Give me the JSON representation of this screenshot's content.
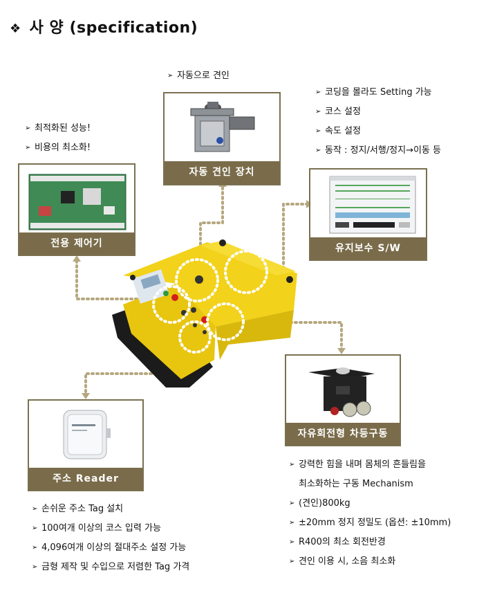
{
  "title": {
    "symbol": "❖",
    "text": "사 양 (specification)"
  },
  "towing": {
    "bullets": [
      "자동으로 견인"
    ],
    "label": "자동 견인 장치"
  },
  "software": {
    "bullets": [
      "코딩을 몰라도 Setting 가능",
      "코스 설정",
      "속도 설정",
      "동작 : 정지/서행/정지→이동 등"
    ],
    "label": "유지보수 S/W"
  },
  "controller": {
    "bullets": [
      "최적화된 성능!",
      "비용의 최소화!"
    ],
    "label": "전용 제어기"
  },
  "drive": {
    "label": "자유회전형 차등구동",
    "bullets": [
      {
        "line1": "강력한 힘을 내며 몸체의 흔들림을",
        "line2": "최소화하는 구동 Mechanism"
      },
      {
        "line1": "(견인)800kg"
      },
      {
        "line1": "±20mm 정지 정밀도 (옵션: ±10mm)"
      },
      {
        "line1": "R400의 최소 회전반경"
      },
      {
        "line1": "견인 이용 시, 소음 최소화"
      }
    ]
  },
  "reader": {
    "label": "주소 Reader",
    "bullets": [
      "손쉬운 주소 Tag 설치",
      "100여개 이상의 코스 입력 가능",
      "4,096여개 이상의 절대주소 설정 가능",
      "금형 제작 및 수입으로 저렴한 Tag 가격"
    ]
  },
  "bullet_glyph": "➢",
  "colors": {
    "label_bg": "#7a6c4a",
    "border": "#7a7050",
    "agv_yellow": "#f2d21a",
    "dotted": "#b5a77e"
  }
}
